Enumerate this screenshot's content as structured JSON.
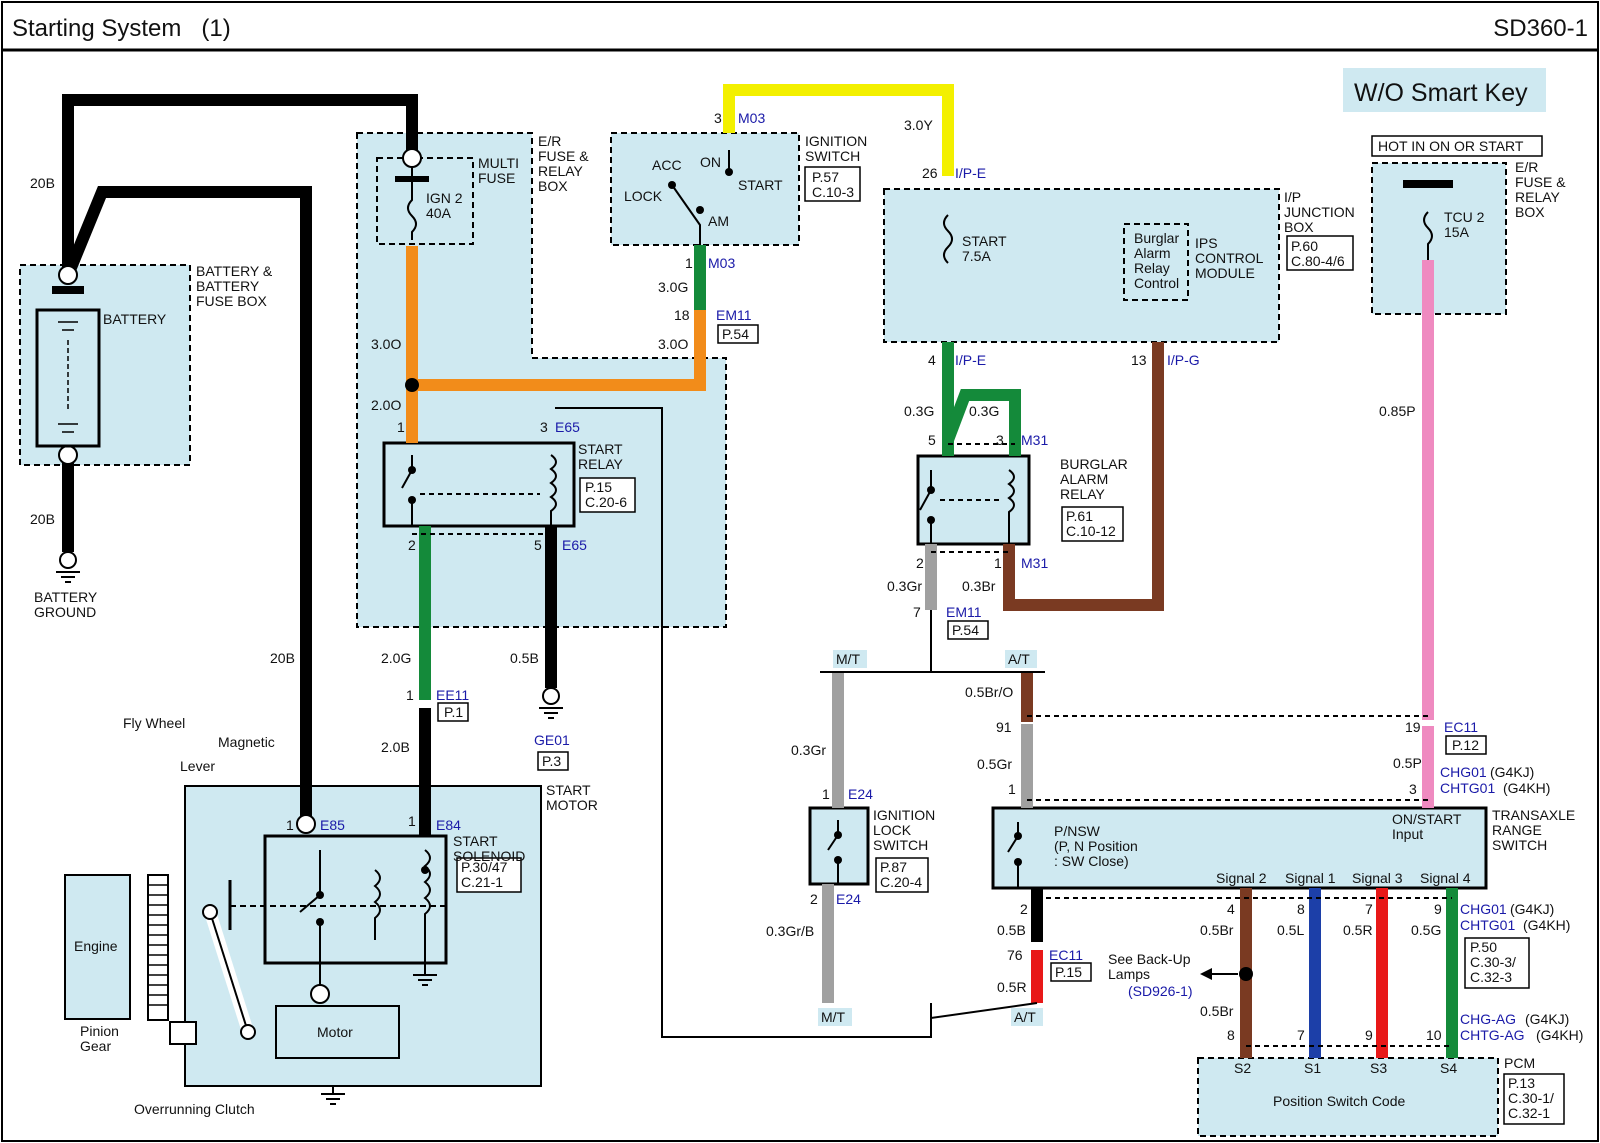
{
  "header": {
    "title": "Starting System   (1)",
    "code": "SD360-1"
  },
  "option_badge": "W/O Smart Key",
  "hot_label": "HOT IN ON OR START",
  "colors": {
    "black": "#000000",
    "orange": "#f28c1a",
    "green": "#148a3a",
    "yellow": "#f3f000",
    "brown": "#7a3a22",
    "gray": "#a0a0a0",
    "pink": "#ef8ac0",
    "blue": "#1c3fa8",
    "red": "#e81818",
    "panel": "#cfe9f1",
    "ref_blue": "#1a1aa8"
  },
  "components": {
    "battery_box": "BATTERY &\nBATTERY\nFUSE BOX",
    "battery": "BATTERY",
    "battery_ground": "BATTERY\nGROUND",
    "er_fuse_box": "E/R\nFUSE &\nRELAY\nBOX",
    "multi_fuse": "MULTI\nFUSE",
    "ign2_fuse": "IGN 2\n40A",
    "ignition_switch": "IGNITION\nSWITCH",
    "ign_positions": [
      "ACC",
      "ON",
      "START",
      "LOCK",
      "AM"
    ],
    "start_relay": "START\nRELAY",
    "start_relay_ref": "P.15\nC.20-6",
    "ign_switch_ref": "P.57\nC.10-3",
    "ip_junction": "I/P\nJUNCTION\nBOX",
    "ip_junction_ref": "P.60\nC.80-4/6",
    "start_fuse": "START\n7.5A",
    "burglar_control": "Burglar\nAlarm\nRelay\nControl",
    "ips_module": "IPS\nCONTROL\nMODULE",
    "burglar_relay": "BURGLAR\nALARM\nRELAY",
    "burglar_relay_ref": "P.61\nC.10-12",
    "er_fuse_box2": "E/R\nFUSE &\nRELAY\nBOX",
    "tcu2_fuse": "TCU 2\n15A",
    "start_motor": "START\nMOTOR",
    "start_solenoid": "START\nSOLENOID",
    "start_solenoid_ref": "P.30/47\nC.21-1",
    "engine": "Engine",
    "motor": "Motor",
    "fly_wheel": "Fly Wheel",
    "magnetic": "Magnetic",
    "lever": "Lever",
    "pinion_gear": "Pinion\nGear",
    "overrunning_clutch": "Overrunning Clutch",
    "ign_lock_switch": "IGNITION\nLOCK\nSWITCH",
    "ign_lock_ref": "P.87\nC.20-4",
    "transaxle_switch": "TRANSAXLE\nRANGE\nSWITCH",
    "pnsw": "P/NSW\n(P, N Position\n: SW Close)",
    "on_start_input": "ON/START\nInput",
    "signals": [
      "Signal 2",
      "Signal 1",
      "Signal 3",
      "Signal 4"
    ],
    "transaxle_ref": "P.50\nC.30-3/\nC.32-3",
    "pcm": "PCM",
    "pcm_ref": "P.13\nC.30-1/\nC.32-1",
    "pcm_pins": [
      "S2",
      "S1",
      "S3",
      "S4"
    ],
    "position_switch_code": "Position Switch Code",
    "backup_note": "See Back-Up\nLamps",
    "backup_ref": "(SD926-1)"
  },
  "connectors": {
    "m03_top": "M03",
    "m03_bot": "M03",
    "em11_a": "EM11",
    "em11_a_ref": "P.54",
    "ipe_top": "I/P-E",
    "ipe_bot": "I/P-E",
    "ipg": "I/P-G",
    "m31_top": "M31",
    "m31_bot": "M31",
    "em11_b": "EM11",
    "em11_b_ref": "P.54",
    "e65_top": "E65",
    "e65_bot": "E65",
    "ee11": "EE11",
    "ee11_ref": "P.1",
    "ge01": "GE01",
    "ge01_ref": "P.3",
    "e85": "E85",
    "e84": "E84",
    "e24_top": "E24",
    "e24_bot": "E24",
    "ec11_a": "EC11",
    "ec11_a_ref": "P.12",
    "ec11_b": "EC11",
    "ec11_b_ref": "P.15",
    "chg01_top": "CHG01",
    "chtg01_top": "CHTG01",
    "g4kj": "(G4KJ)",
    "g4kh": "(G4KH)",
    "chg01_bot": "CHG01",
    "chtg01_bot": "CHTG01",
    "chg_ag": "CHG-AG",
    "chtg_ag": "CHTG-AG",
    "mt": "M/T",
    "at": "A/T"
  },
  "wires": {
    "w20b_top": "20B",
    "w20b_mid": "20B",
    "w20b_low": "20B",
    "w30o_a": "3.0O",
    "w30o_b": "3.0O",
    "w20o": "2.0O",
    "w30y": "3.0Y",
    "w30g": "3.0G",
    "w20g": "2.0G",
    "w20b_sol": "2.0B",
    "w05b": "0.5B",
    "w03g_a": "0.3G",
    "w03g_b": "0.3G",
    "w03gr": "0.3Gr",
    "w03br": "0.3Br",
    "w085p": "0.85P",
    "w05p": "0.5P",
    "w03gr_mt": "0.3Gr",
    "w03grb": "0.3Gr/B",
    "w05bro": "0.5Br/O",
    "w05gr": "0.5Gr",
    "w05b_at": "0.5B",
    "w05r_at": "0.5R",
    "w05br_s2": "0.5Br",
    "w05l": "0.5L",
    "w05r": "0.5R",
    "w05g": "0.5G",
    "w05br_low": "0.5Br"
  },
  "pins": {
    "p3": "3",
    "p1a": "1",
    "p18": "18",
    "p26": "26",
    "p4": "4",
    "p13": "13",
    "p5": "5",
    "p3b": "3",
    "p2b": "2",
    "p1b": "1",
    "p7": "7",
    "pr1": "1",
    "pr3": "3",
    "pr2": "2",
    "pr5": "5",
    "pee1": "1",
    "pe85": "1",
    "pe84": "1",
    "pl1": "1",
    "pl2": "2",
    "p91": "91",
    "p19": "19",
    "pt1": "1",
    "pt3": "3",
    "pt2": "2",
    "p76": "76",
    "ps4": "4",
    "ps8": "8",
    "ps7": "7",
    "ps9": "9",
    "pp8": "8",
    "pp7": "7",
    "pp9": "9",
    "pp10": "10"
  }
}
